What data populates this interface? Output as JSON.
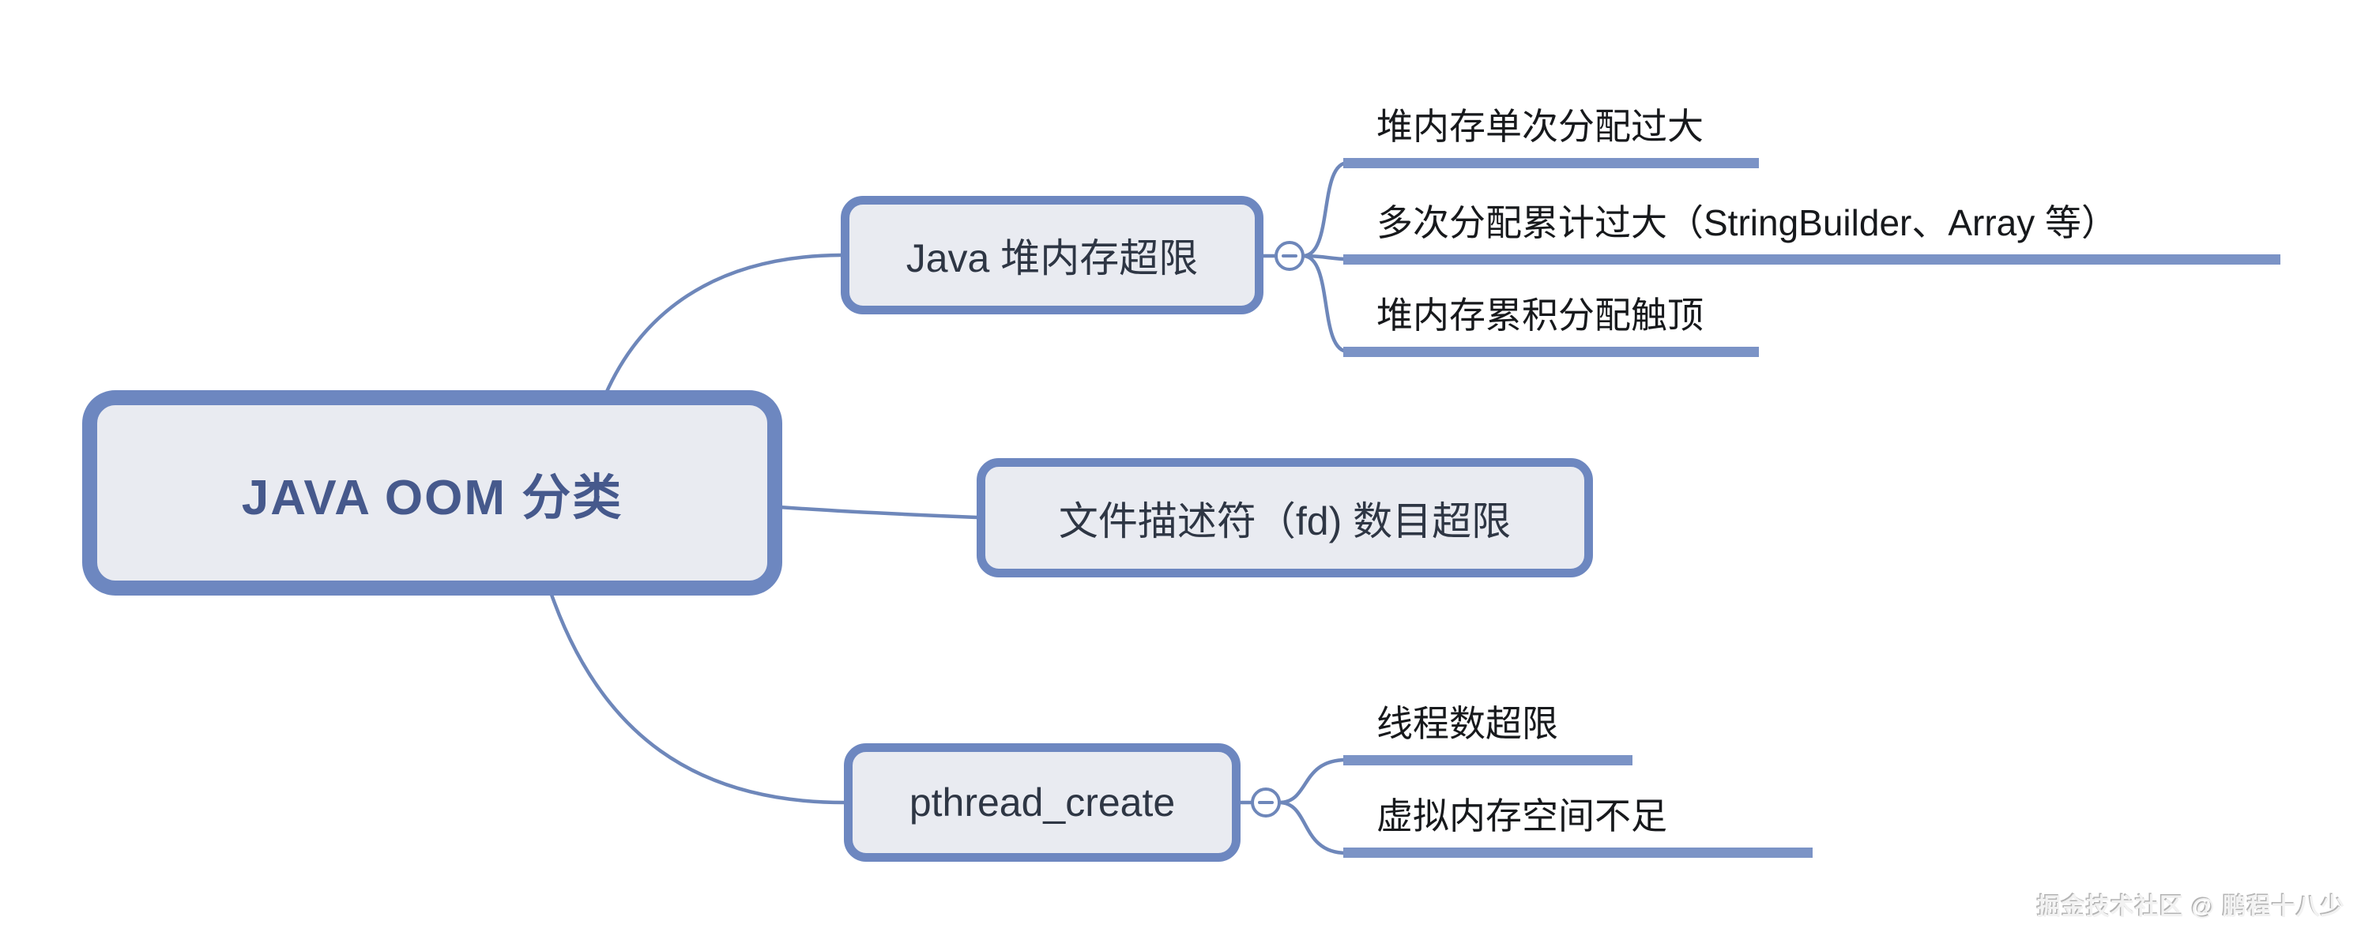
{
  "colors": {
    "accent_border": "#6d87c0",
    "node_fill": "#e9ebf1",
    "root_text": "#46598c",
    "node_text": "#2e3644",
    "child_text": "#17191c",
    "connector": "#6e87ba",
    "branch_line": "#7b93c6",
    "watermark_text": "#f2f2f2",
    "watermark_shadow": "#b3b3b3",
    "background": "#ffffff"
  },
  "mindmap": {
    "root": {
      "label": "JAVA OOM 分类"
    },
    "branches": [
      {
        "label": "Java 堆内存超限",
        "children": [
          {
            "label": "堆内存单次分配过大"
          },
          {
            "label": "多次分配累计过大（StringBuilder、Array 等）"
          },
          {
            "label": "堆内存累积分配触顶"
          }
        ]
      },
      {
        "label": "文件描述符（fd) 数目超限",
        "children": []
      },
      {
        "label": "pthread_create",
        "children": [
          {
            "label": "线程数超限"
          },
          {
            "label": "虚拟内存空间不足"
          }
        ]
      }
    ]
  },
  "watermark": {
    "text": "掘金技术社区 @ 鹏程十八少"
  }
}
